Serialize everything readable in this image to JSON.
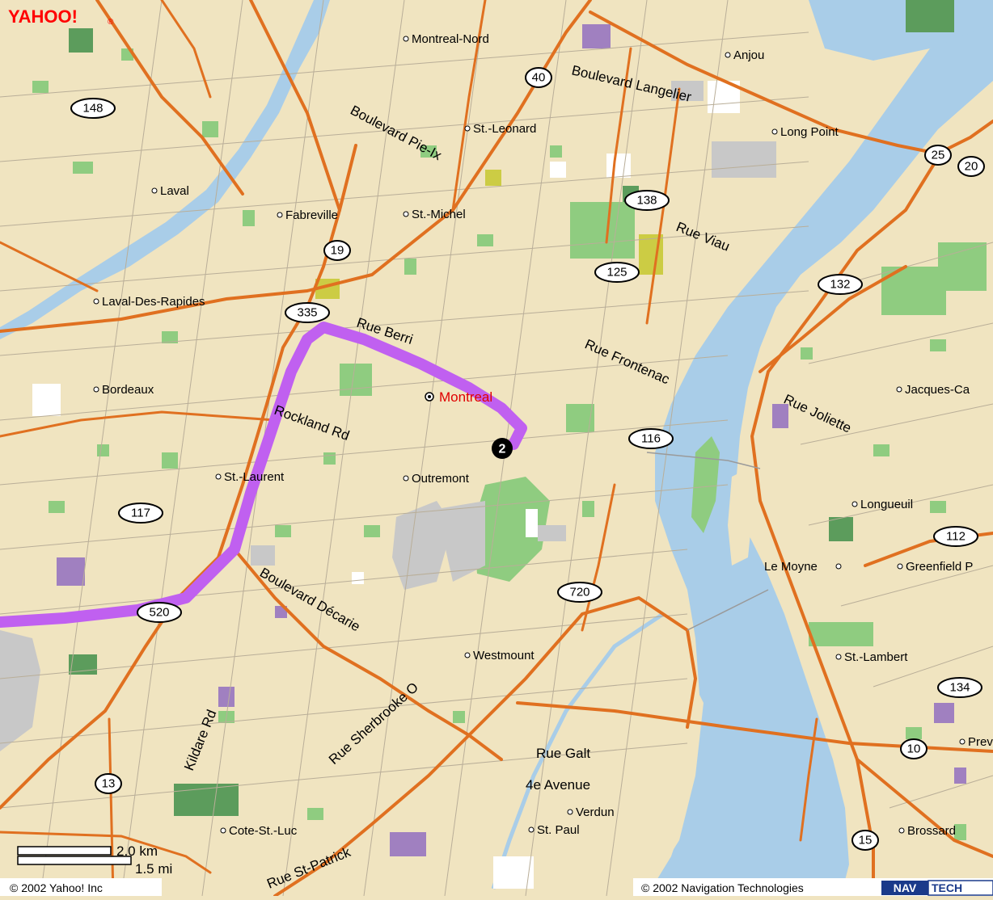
{
  "brand": {
    "logo_text": "YAHOO!"
  },
  "map": {
    "colors": {
      "land": "#f0e4c0",
      "water": "#a9cde8",
      "park": "#8fcc80",
      "forest": "#5c9c5c",
      "highway": "#e07020",
      "route": "#c060f0",
      "industrial": "#c8c8c8",
      "institution": "#a080c0",
      "marker": "#000000"
    },
    "places": [
      {
        "name": "Montreal-Nord"
      },
      {
        "name": "Anjou"
      },
      {
        "name": "St.-Leonard"
      },
      {
        "name": "Long Point"
      },
      {
        "name": "Laval"
      },
      {
        "name": "Fabreville"
      },
      {
        "name": "St.-Michel"
      },
      {
        "name": "Laval-Des-Rapides"
      },
      {
        "name": "Bordeaux"
      },
      {
        "name": "Montreal",
        "highlight": true
      },
      {
        "name": "Jacques-Ca"
      },
      {
        "name": "St.-Laurent"
      },
      {
        "name": "Outremont"
      },
      {
        "name": "Longueuil"
      },
      {
        "name": "Le Moyne"
      },
      {
        "name": "Greenfield P"
      },
      {
        "name": "Westmount"
      },
      {
        "name": "St.-Lambert"
      },
      {
        "name": "Prev"
      },
      {
        "name": "Verdun"
      },
      {
        "name": "St. Paul"
      },
      {
        "name": "Cote-St.-Luc"
      },
      {
        "name": "Brossard"
      }
    ],
    "streets": [
      {
        "name": "Boulevard Langelier"
      },
      {
        "name": "Boulevard Pie-Ix"
      },
      {
        "name": "Rue Viau"
      },
      {
        "name": "Rue Berri"
      },
      {
        "name": "Rue Frontenac"
      },
      {
        "name": "Rockland Rd"
      },
      {
        "name": "Rue Joliette"
      },
      {
        "name": "Boulevard Décarie"
      },
      {
        "name": "Rue Sherbrooke O"
      },
      {
        "name": "Kildare Rd"
      },
      {
        "name": "Rue Galt"
      },
      {
        "name": "4e Avenue"
      },
      {
        "name": "Rue St-Patrick"
      }
    ],
    "highways": [
      {
        "number": "40"
      },
      {
        "number": "148"
      },
      {
        "number": "25"
      },
      {
        "number": "20"
      },
      {
        "number": "138"
      },
      {
        "number": "19"
      },
      {
        "number": "125"
      },
      {
        "number": "132"
      },
      {
        "number": "335"
      },
      {
        "number": "116"
      },
      {
        "number": "117"
      },
      {
        "number": "112"
      },
      {
        "number": "520"
      },
      {
        "number": "720"
      },
      {
        "number": "134"
      },
      {
        "number": "10"
      },
      {
        "number": "13"
      },
      {
        "number": "15"
      }
    ],
    "waypoint": {
      "label": "2"
    },
    "scale": {
      "km": "2.0 km",
      "mi": "1.5 mi"
    },
    "copyright_left": "© 2002 Yahoo! Inc",
    "copyright_right": "© 2002 Navigation Technologies",
    "navtech": {
      "part1": "NAV",
      "part2": "TECH"
    }
  }
}
